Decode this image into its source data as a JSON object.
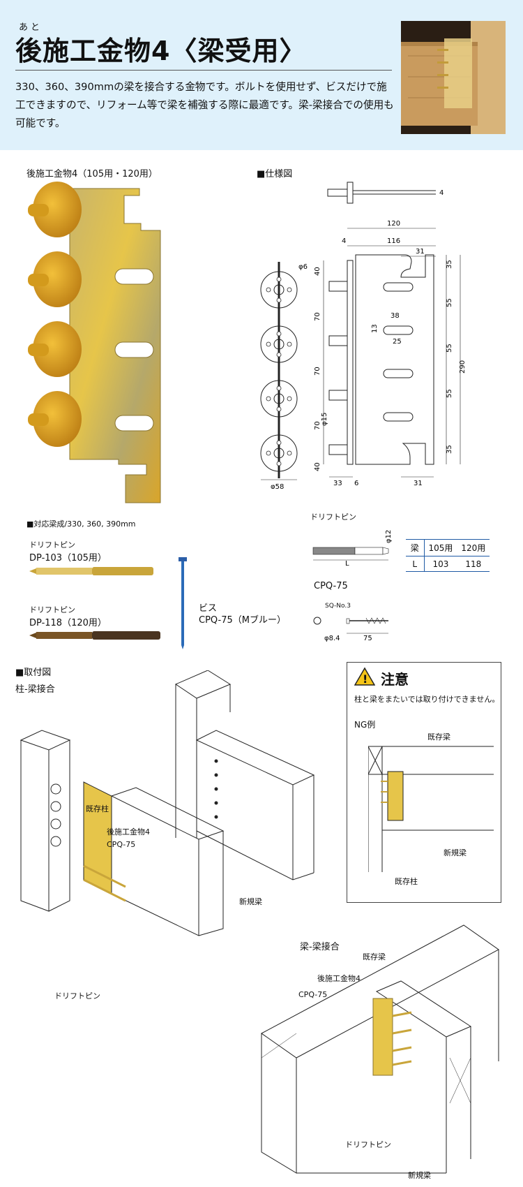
{
  "header": {
    "ruby": "あと",
    "title": "後施工金物4〈梁受用〉",
    "description": "330、360、390mmの梁を接合する金物です。ボルトを使用せず、ビスだけで施工できますので、リフォーム等で梁を補強する際に最適です。梁-梁接合での使用も可能です。"
  },
  "product": {
    "title": "後施工金物4（105用・120用）",
    "beam_height": "■対応梁成/330, 360, 390mm"
  },
  "spec": {
    "title": "■仕様図",
    "dims": {
      "d4_top": "4",
      "d120": "120",
      "d4": "4",
      "d116": "116",
      "d31_top": "31",
      "phi6": "φ6",
      "d40_top": "40",
      "d70_1": "70",
      "d70_2": "70",
      "d70_3": "70",
      "d40_bot": "40",
      "d35_top": "35",
      "d55_1": "55",
      "d55_2": "55",
      "d55_3": "55",
      "d35_bot": "35",
      "d290": "290",
      "d38": "38",
      "d13": "13",
      "d25": "25",
      "phi15": "φ15",
      "phi58": "φ58",
      "d33": "33",
      "d6": "6",
      "d31_bot": "31"
    }
  },
  "drift_pin": {
    "title": "ドリフトピン",
    "phi12": "φ12",
    "L": "L",
    "table": {
      "headers": [
        "梁",
        "105用",
        "120用"
      ],
      "row": [
        "L",
        "103",
        "118"
      ]
    }
  },
  "parts": {
    "dp103_label": "ドリフトピン",
    "dp103_code": "DP-103（105用）",
    "dp118_label": "ドリフトピン",
    "dp118_code": "DP-118（120用）",
    "screw_label": "ビス",
    "screw_code": "CPQ-75（Mブルー）"
  },
  "cpq": {
    "title": "CPQ-75",
    "sq": "SQ-No.3",
    "phi84": "φ8.4",
    "d75": "75"
  },
  "install": {
    "title": "■取付図",
    "subtitle1": "柱-梁接合",
    "existing_column": "既存柱",
    "metal": "後施工金物4",
    "cpq": "CPQ-75",
    "new_beam": "新規梁",
    "drift_pin": "ドリフトピン"
  },
  "caution": {
    "title": "注意",
    "text": "柱と梁をまたいでは取り付けできません。",
    "ng": "NG例",
    "existing_beam": "既存梁",
    "new_beam": "新規梁",
    "existing_column": "既存柱"
  },
  "beam_beam": {
    "title": "梁-梁接合",
    "existing_beam": "既存梁",
    "metal": "後施工金物4",
    "cpq": "CPQ-75",
    "drift_pin": "ドリフトピン",
    "new_beam": "新規梁"
  },
  "colors": {
    "header_bg": "#dff1fb",
    "gold": "#d9a52a",
    "blue": "#1f5aa5"
  }
}
